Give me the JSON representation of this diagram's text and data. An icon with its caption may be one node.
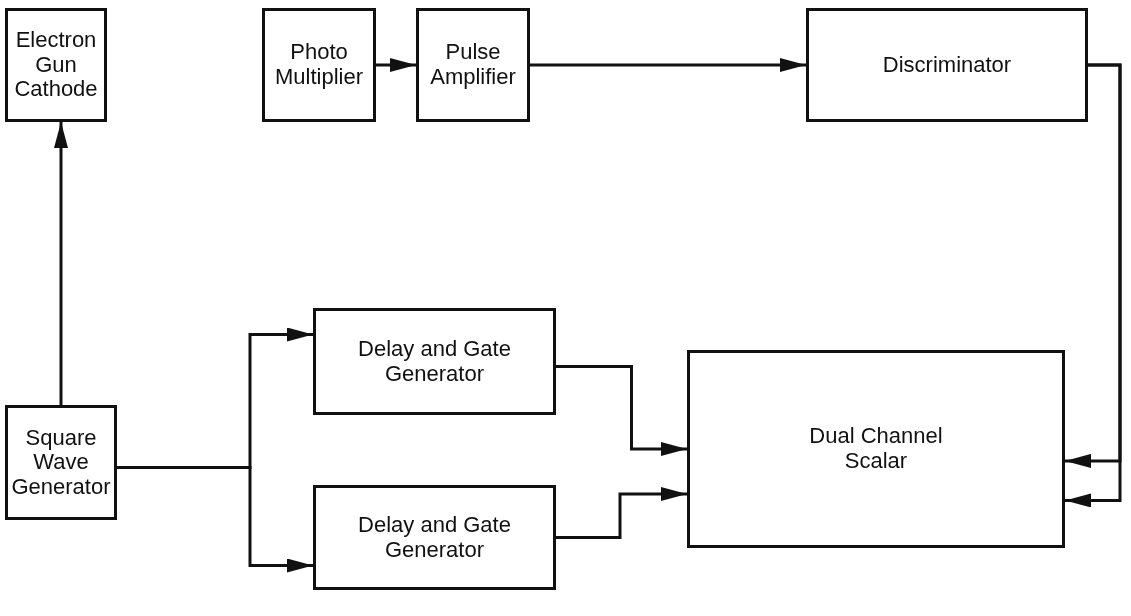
{
  "diagram": {
    "nodes": [
      {
        "text": [
          "Electron Gun Cathode"
        ]
      },
      {
        "text": [
          "Photo Multiplier"
        ]
      },
      {
        "text": [
          "Pulse Amplifier"
        ]
      },
      {
        "text": [
          "Discriminator"
        ]
      },
      {
        "text": [
          "Square Wave Generator"
        ]
      },
      {
        "text": [
          "Delay and Gate Generator"
        ]
      },
      {
        "text": [
          "Delay and Gate Generator"
        ]
      },
      {
        "text": [
          "Dual Channel Scalar"
        ]
      }
    ],
    "edges": [
      {
        "from": 4,
        "to": 0,
        "arrow": "to"
      },
      {
        "from": 1,
        "to": 2,
        "arrow": "to"
      },
      {
        "from": 2,
        "to": 3,
        "arrow": "to"
      },
      {
        "from": 3,
        "to": 7,
        "arrow": "to"
      },
      {
        "from": 3,
        "to": 7,
        "arrow": "to"
      },
      {
        "from": 4,
        "to": 5,
        "arrow": "to"
      },
      {
        "from": 4,
        "to": 6,
        "arrow": "to"
      },
      {
        "from": 5,
        "to": 7,
        "arrow": "to"
      },
      {
        "from": 6,
        "to": 7,
        "arrow": "to"
      }
    ]
  }
}
